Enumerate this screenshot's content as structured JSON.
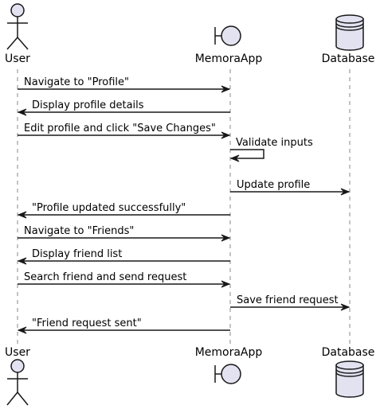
{
  "participants": {
    "user": "User",
    "app": "MemoraApp",
    "db": "Database"
  },
  "messages": [
    {
      "from": "user",
      "to": "app",
      "text": "Navigate to \"Profile\""
    },
    {
      "from": "app",
      "to": "user",
      "text": "Display profile details"
    },
    {
      "from": "user",
      "to": "app",
      "text": "Edit profile and click \"Save Changes\""
    },
    {
      "from": "app",
      "to": "app",
      "text": "Validate inputs"
    },
    {
      "from": "app",
      "to": "db",
      "text": "Update profile"
    },
    {
      "from": "app",
      "to": "user",
      "text": "\"Profile updated successfully\""
    },
    {
      "from": "user",
      "to": "app",
      "text": "Navigate to \"Friends\""
    },
    {
      "from": "app",
      "to": "user",
      "text": "Display friend list"
    },
    {
      "from": "user",
      "to": "app",
      "text": "Search friend and send request"
    },
    {
      "from": "app",
      "to": "db",
      "text": "Save friend request"
    },
    {
      "from": "app",
      "to": "user",
      "text": "\"Friend request sent\""
    }
  ],
  "colors": {
    "participant_fill": "#E2E2F0",
    "stroke": "#181818",
    "lifeline": "#888888"
  }
}
